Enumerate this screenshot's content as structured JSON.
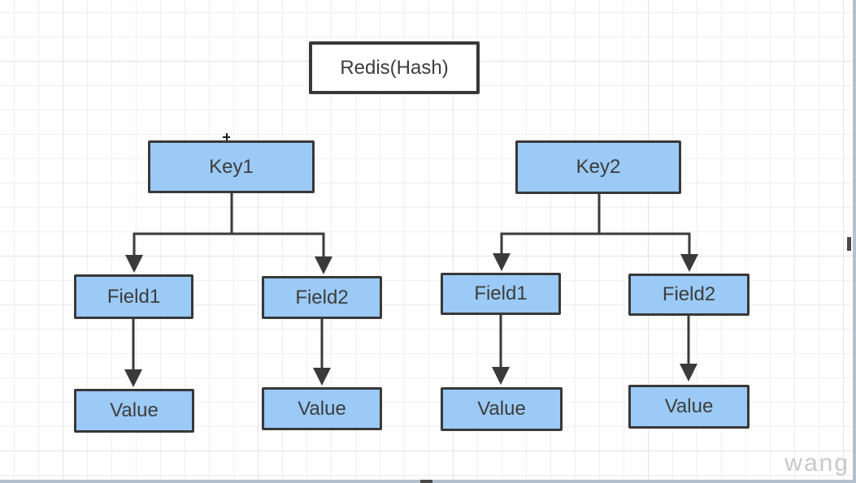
{
  "diagram": {
    "type": "flowchart",
    "nodes": {
      "title": "Redis(Hash)",
      "key1": "Key1",
      "key2": "Key2",
      "key1_field1": "Field1",
      "key1_field2": "Field2",
      "key2_field1": "Field1",
      "key2_field2": "Field2",
      "key1_field1_value": "Value",
      "key1_field2_value": "Value",
      "key2_field1_value": "Value",
      "key2_field2_value": "Value"
    },
    "edges": [
      {
        "from": "key1",
        "to": "key1_field1"
      },
      {
        "from": "key1",
        "to": "key1_field2"
      },
      {
        "from": "key2",
        "to": "key2_field1"
      },
      {
        "from": "key2",
        "to": "key2_field2"
      },
      {
        "from": "key1_field1",
        "to": "key1_field1_value"
      },
      {
        "from": "key1_field2",
        "to": "key1_field2_value"
      },
      {
        "from": "key2_field1",
        "to": "key2_field1_value"
      },
      {
        "from": "key2_field2",
        "to": "key2_field2_value"
      }
    ]
  },
  "watermark": "wang",
  "colors": {
    "canvas_bg": "#FEFEFE",
    "grid_minor": "#EFEFEF",
    "grid_major": "#E2E4E6",
    "node_fill": "#9BCAF6",
    "node_border": "#383838",
    "node_text": "#3D3D3D",
    "title_fill": "#FFFFFF",
    "connector": "#3A3A3A",
    "watermark": "#C9C9C9",
    "scroll_track": "#B4C1CC",
    "scroll_thumb": "#4A4A4A"
  }
}
